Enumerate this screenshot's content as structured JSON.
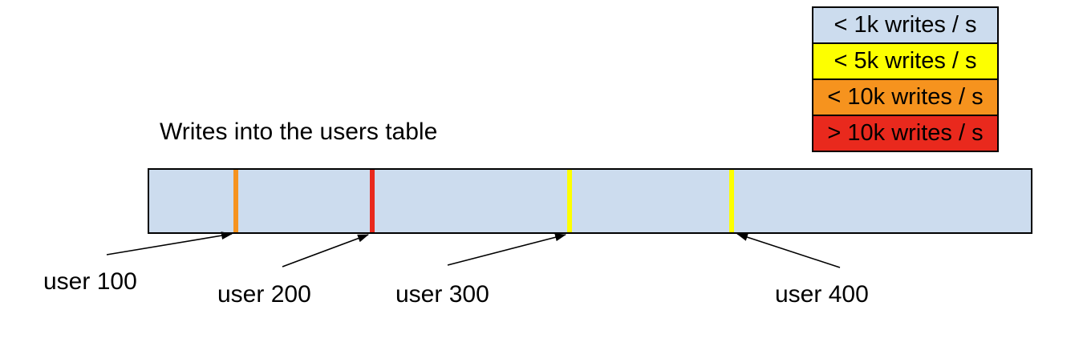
{
  "title": "Writes into the users table",
  "legend": {
    "items": [
      {
        "label": "< 1k writes / s",
        "color": "#ccdcee"
      },
      {
        "label": "< 5k writes / s",
        "color": "#fdff00"
      },
      {
        "label": "< 10k writes / s",
        "color": "#f6931e"
      },
      {
        "label": "> 10k writes / s",
        "color": "#e9291d"
      }
    ]
  },
  "bar": {
    "fill_color": "#ccdcee",
    "border_color": "#000000",
    "markers": [
      {
        "label": "user 100",
        "color": "#f6931e"
      },
      {
        "label": "user 200",
        "color": "#e9291d"
      },
      {
        "label": "user 300",
        "color": "#fdff00"
      },
      {
        "label": "user 400",
        "color": "#fdff00"
      }
    ]
  }
}
